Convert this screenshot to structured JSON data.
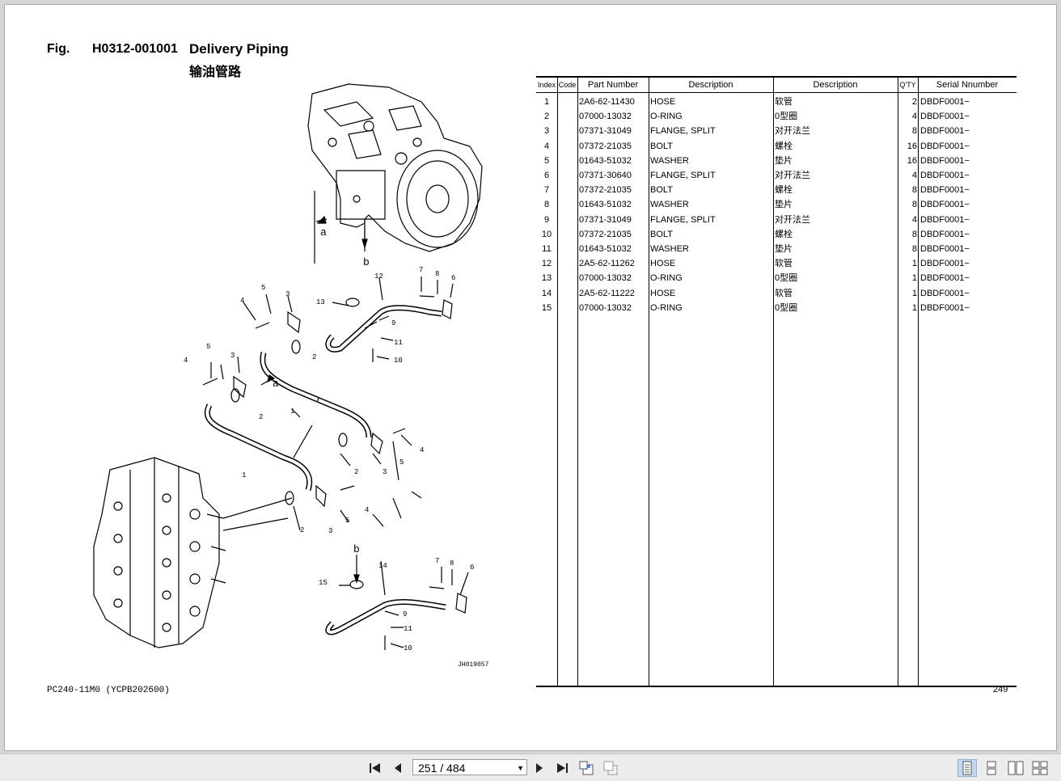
{
  "figure": {
    "label": "Fig.",
    "code": "H0312-001001",
    "title": "Delivery Piping",
    "title_cn": "输油管路",
    "drawing_code": "JH019057",
    "model": "PC240-11M0 (YCPB202600)",
    "page_number": "249"
  },
  "callouts": {
    "a": "a",
    "b": "b",
    "n1": "1",
    "n2": "2",
    "n3": "3",
    "n4": "4",
    "n5": "5",
    "n6": "6",
    "n7": "7",
    "n8": "8",
    "n9": "9",
    "n10": "10",
    "n11": "11",
    "n12": "12",
    "n13": "13",
    "n14": "14",
    "n15": "15"
  },
  "table": {
    "headers": {
      "index": "Index",
      "code": "Code",
      "part_number": "Part Number",
      "description": "Description",
      "description_cn": "Description",
      "qty": "Q'TY",
      "serial": "Serial Nnumber"
    },
    "rows": [
      {
        "index": "1",
        "part": "2A6-62-11430",
        "desc": "HOSE",
        "cn": "软管",
        "qty": "2",
        "serial": "DBDF0001−"
      },
      {
        "index": "2",
        "part": "07000-13032",
        "desc": "O-RING",
        "cn": "0型圈",
        "qty": "4",
        "serial": "DBDF0001−"
      },
      {
        "index": "3",
        "part": "07371-31049",
        "desc": "FLANGE, SPLIT",
        "cn": "对开法兰",
        "qty": "8",
        "serial": "DBDF0001−"
      },
      {
        "index": "4",
        "part": "07372-21035",
        "desc": "BOLT",
        "cn": "螺栓",
        "qty": "16",
        "serial": "DBDF0001−"
      },
      {
        "index": "5",
        "part": "01643-51032",
        "desc": "WASHER",
        "cn": "垫片",
        "qty": "16",
        "serial": "DBDF0001−"
      },
      {
        "index": "6",
        "part": "07371-30640",
        "desc": "FLANGE, SPLIT",
        "cn": "对开法兰",
        "qty": "4",
        "serial": "DBDF0001−"
      },
      {
        "index": "7",
        "part": "07372-21035",
        "desc": "BOLT",
        "cn": "螺栓",
        "qty": "8",
        "serial": "DBDF0001−"
      },
      {
        "index": "8",
        "part": "01643-51032",
        "desc": "WASHER",
        "cn": "垫片",
        "qty": "8",
        "serial": "DBDF0001−"
      },
      {
        "index": "9",
        "part": "07371-31049",
        "desc": "FLANGE, SPLIT",
        "cn": "对开法兰",
        "qty": "4",
        "serial": "DBDF0001−"
      },
      {
        "index": "10",
        "part": "07372-21035",
        "desc": "BOLT",
        "cn": "螺栓",
        "qty": "8",
        "serial": "DBDF0001−"
      },
      {
        "index": "11",
        "part": "01643-51032",
        "desc": "WASHER",
        "cn": "垫片",
        "qty": "8",
        "serial": "DBDF0001−"
      },
      {
        "index": "12",
        "part": "2A5-62-11262",
        "desc": "HOSE",
        "cn": "软管",
        "qty": "1",
        "serial": "DBDF0001−"
      },
      {
        "index": "13",
        "part": "07000-13032",
        "desc": "O-RING",
        "cn": "0型圈",
        "qty": "1",
        "serial": "DBDF0001−"
      },
      {
        "index": "14",
        "part": "2A5-62-11222",
        "desc": "HOSE",
        "cn": "软管",
        "qty": "1",
        "serial": "DBDF0001−"
      },
      {
        "index": "15",
        "part": "07000-13032",
        "desc": "O-RING",
        "cn": "0型圈",
        "qty": "1",
        "serial": "DBDF0001−"
      }
    ]
  },
  "toolbar": {
    "page_indicator": "251 / 484",
    "icons": [
      "first-page-icon",
      "prev-page-icon",
      "next-page-icon",
      "last-page-icon",
      "extract-pages-icon",
      "copy-pages-icon",
      "single-page-view-icon",
      "continuous-view-icon",
      "facing-view-icon",
      "continuous-facing-view-icon"
    ]
  }
}
